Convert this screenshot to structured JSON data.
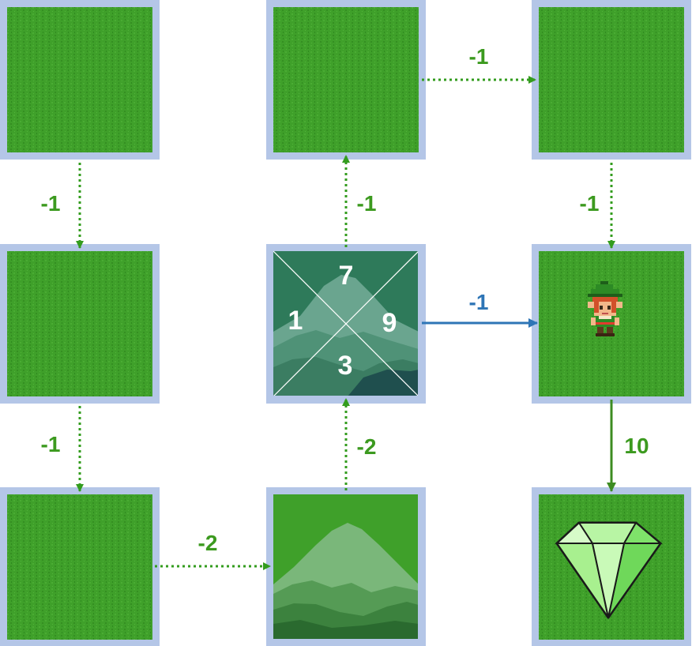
{
  "colors": {
    "tile_border": "#b4c6e7",
    "grass": "#3fa02a",
    "grass_dark": "#2f8a1f",
    "dashed_arrow": "#339c1e",
    "solid_green_arrow": "#3d8c22",
    "blue_arrow": "#2e75b6",
    "label_green": "#3c9a1f",
    "label_blue": "#2e75b6",
    "mountain_light": "#7fb87c",
    "mountain_mid": "#4f9850",
    "mountain_dark": "#2f7a34",
    "mountain_darkest": "#1f5e2a",
    "gem_light": "#9cf08a",
    "gem_mid": "#6ad957",
    "gem_dark": "#3fb832"
  },
  "tiles": [
    {
      "id": "r0c0",
      "kind": "grass"
    },
    {
      "id": "r0c1",
      "kind": "grass"
    },
    {
      "id": "r0c2",
      "kind": "grass"
    },
    {
      "id": "r1c0",
      "kind": "grass"
    },
    {
      "id": "r1c1",
      "kind": "mountain-values",
      "values": {
        "top": "7",
        "left": "1",
        "right": "9",
        "bottom": "3"
      }
    },
    {
      "id": "r1c2",
      "kind": "grass-with-elf",
      "icon": "elf-character-icon"
    },
    {
      "id": "r2c0",
      "kind": "grass"
    },
    {
      "id": "r2c1",
      "kind": "mountain"
    },
    {
      "id": "r2c2",
      "kind": "grass-with-gem",
      "icon": "green-gem-icon"
    }
  ],
  "edges": [
    {
      "id": "r0c0-to-r1c0",
      "label": "-1",
      "style": "dashed"
    },
    {
      "id": "r1c0-to-r2c0",
      "label": "-1",
      "style": "dashed"
    },
    {
      "id": "r2c0-to-r2c1",
      "label": "-2",
      "style": "dashed"
    },
    {
      "id": "r2c1-to-r1c1",
      "label": "-2",
      "style": "dashed"
    },
    {
      "id": "r1c1-to-r0c1",
      "label": "-1",
      "style": "dashed"
    },
    {
      "id": "r0c1-to-r0c2",
      "label": "-1",
      "style": "dashed"
    },
    {
      "id": "r0c2-to-r1c2",
      "label": "-1",
      "style": "dashed"
    },
    {
      "id": "r1c1-to-r1c2",
      "label": "-1",
      "style": "solid-blue"
    },
    {
      "id": "r1c2-to-r2c2",
      "label": "10",
      "style": "solid-green"
    }
  ]
}
